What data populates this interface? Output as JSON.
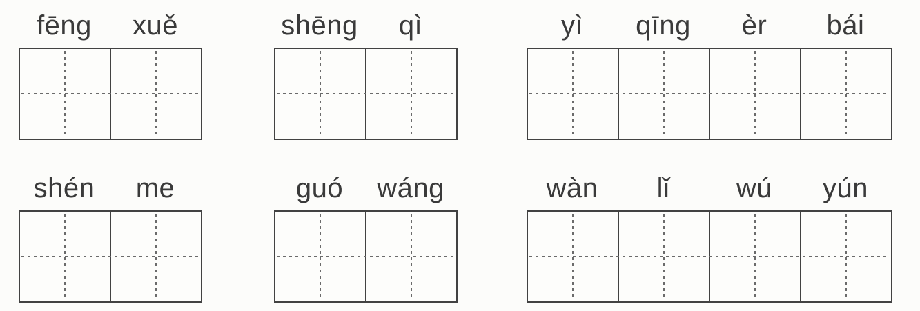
{
  "worksheet": {
    "type": "pinyin-writing-practice",
    "colors": {
      "background": "#fcfcfa",
      "box_border": "#424242",
      "dash_guide": "#6b6b6b",
      "pinyin_text": "#3a3a3a"
    },
    "groups": [
      {
        "id": "feng-xue",
        "syllables": [
          "fēng",
          "xuě"
        ],
        "box_count": 2,
        "row": 1,
        "col": 1
      },
      {
        "id": "sheng-qi",
        "syllables": [
          "shēng",
          "qì"
        ],
        "box_count": 2,
        "row": 1,
        "col": 2
      },
      {
        "id": "yi-qing-er-bai",
        "syllables": [
          "yì",
          "qīng",
          "èr",
          "bái"
        ],
        "box_count": 4,
        "row": 1,
        "col": 3
      },
      {
        "id": "shen-me",
        "syllables": [
          "shén",
          "me"
        ],
        "box_count": 2,
        "row": 2,
        "col": 1
      },
      {
        "id": "guo-wang",
        "syllables": [
          "guó",
          "wáng"
        ],
        "box_count": 2,
        "row": 2,
        "col": 2
      },
      {
        "id": "wan-li-wu-yun",
        "syllables": [
          "wàn",
          "lǐ",
          "wú",
          "yún"
        ],
        "box_count": 4,
        "row": 2,
        "col": 3
      }
    ]
  }
}
